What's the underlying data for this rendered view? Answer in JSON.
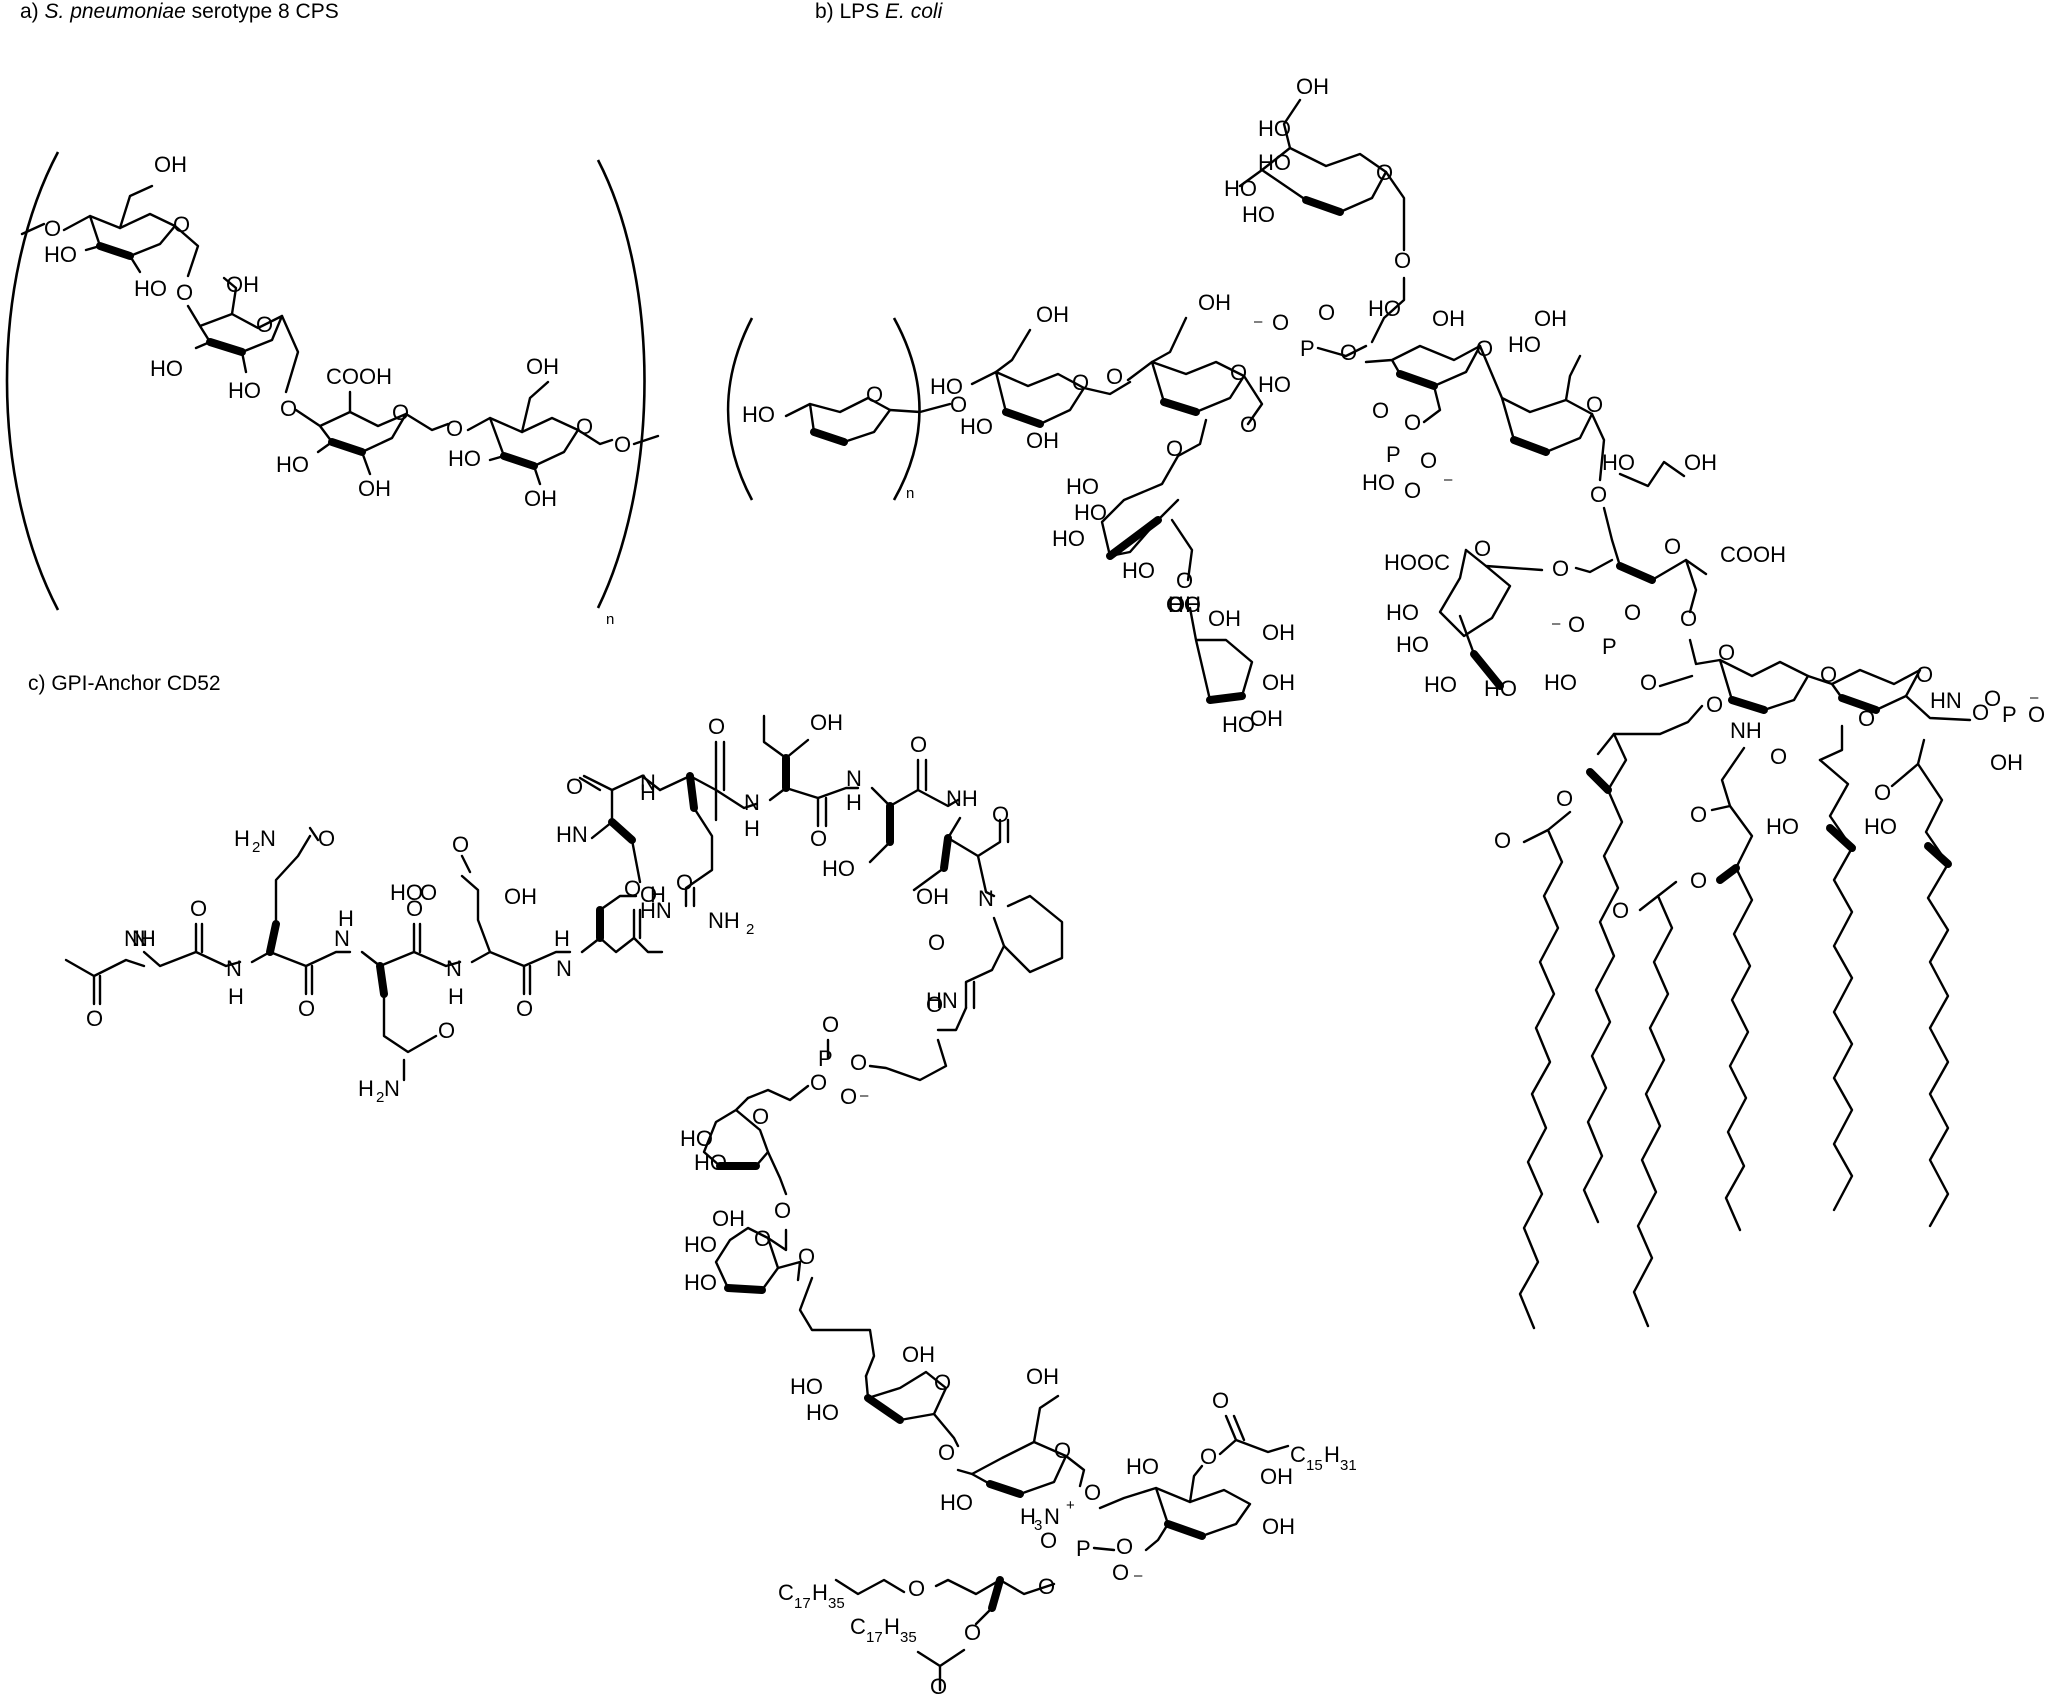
{
  "panels": [
    {
      "id": "a",
      "prefix": "a) ",
      "italic": "S. pneumoniae",
      "suffix": " serotype 8 CPS"
    },
    {
      "id": "b",
      "prefix": "b) LPS ",
      "italic": "E. coli",
      "suffix": ""
    },
    {
      "id": "c",
      "prefix": "c) GPI-Anchor CD52",
      "italic": "",
      "suffix": ""
    }
  ],
  "atoms": {
    "oh": "OH",
    "ho": "HO",
    "o": "O",
    "cooh": "COOH",
    "hooc": "HOOC",
    "nh": "NH",
    "hn": "HN",
    "h": "H",
    "n": "N",
    "p": "P",
    "minus": "–",
    "plus": "+",
    "nh2": "NH",
    "h2n": "H",
    "two": "2",
    "c": "C",
    "n15": "15",
    "n31": "31",
    "n17": "17",
    "n35": "35",
    "n3": "3",
    "repeat": "n"
  }
}
